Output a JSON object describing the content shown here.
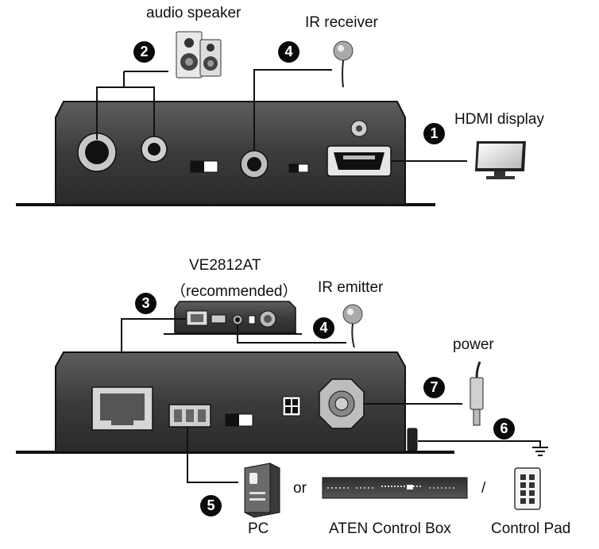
{
  "labels": {
    "audio_speaker": "audio speaker",
    "ir_receiver": "IR receiver",
    "hdmi_display": "HDMI display",
    "ve_model": "VE2812AT",
    "recommended": "（recommended）",
    "ir_emitter": "IR emitter",
    "power": "power",
    "or": "or",
    "slash": "/",
    "pc": "PC",
    "aten_control_box": "ATEN Control Box",
    "control_pad": "Control Pad"
  },
  "badges": {
    "hdmi": "1",
    "audio": "2",
    "lan": "3",
    "ir_top": "4",
    "ir_bottom": "4",
    "serial": "5",
    "ground": "6",
    "power": "7"
  }
}
